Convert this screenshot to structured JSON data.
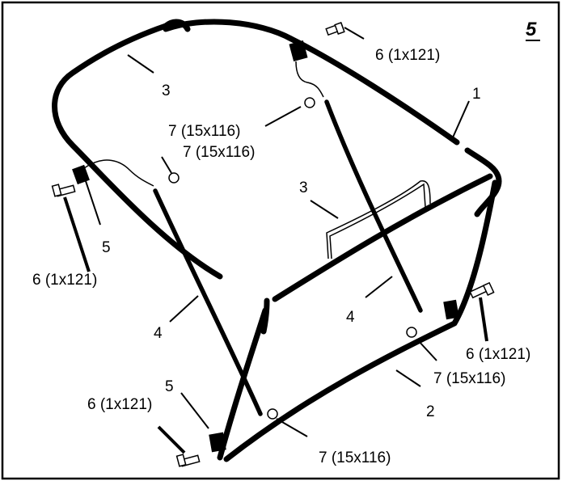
{
  "figure_number": "5",
  "labels": {
    "part1": "1",
    "part2": "2",
    "part3_top": "3",
    "part3_mid": "3",
    "part4_left": "4",
    "part4_right": "4",
    "part5_left": "5",
    "part5_bottom": "5",
    "bolt_top_right": "6 (1x121)",
    "bolt_left": "6 (1x121)",
    "bolt_right": "6 (1x121)",
    "bolt_bottom_left": "6 (1x121)",
    "nut_top": "7 (15x116)",
    "nut_left": "7 (15x116)",
    "nut_right": "7 (15x116)",
    "nut_bottom": "7 (15x116)"
  }
}
